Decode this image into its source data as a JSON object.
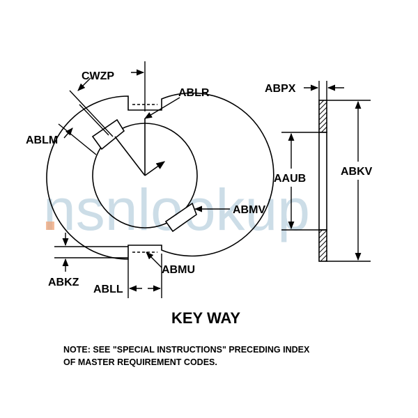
{
  "watermark": {
    "text": "nsnlookup"
  },
  "labels": {
    "cwzp": "CWZP",
    "ablr": "ABLR",
    "ablm": "ABLM",
    "abmv": "ABMV",
    "abmu": "ABMU",
    "abkz": "ABKZ",
    "abll": "ABLL",
    "abpx": "ABPX",
    "aaub": "AAUB",
    "abkv": "ABKV"
  },
  "title": "KEY WAY",
  "note": {
    "line1": "NOTE: SEE \"SPECIAL INSTRUCTIONS\" PRECEDING INDEX",
    "line2": "OF MASTER REQUIREMENT CODES."
  },
  "colors": {
    "ink": "#000000",
    "hatch": "#000000",
    "watermark": "#8fb4cc",
    "watermark_dot": "#f0a070"
  }
}
